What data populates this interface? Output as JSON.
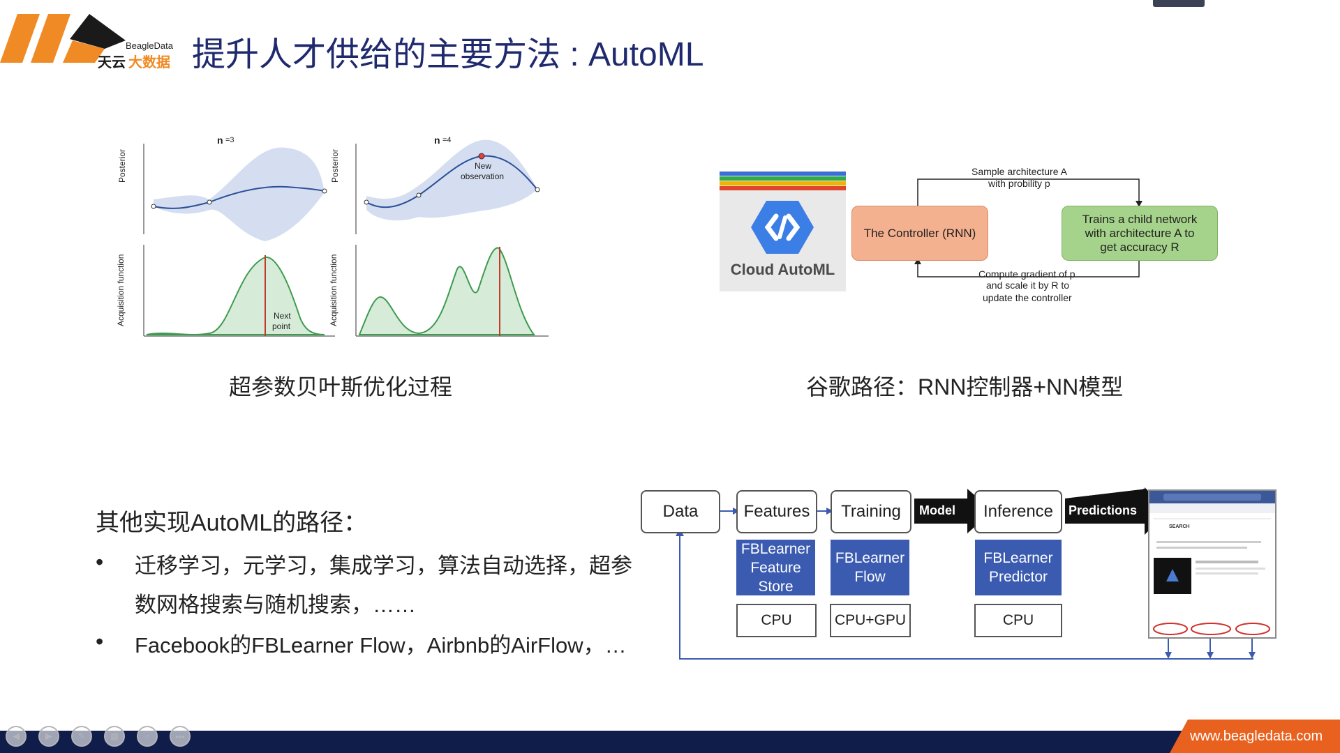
{
  "header": {
    "title": "提升人才供给的主要方法 : AutoML",
    "logo_en": "BeagleData",
    "logo_cn_part1": "天云",
    "logo_cn_part2": "大数据",
    "logo_colors": [
      "#f08a24",
      "#1a1a1a"
    ]
  },
  "bayes": {
    "plot1_title": "n",
    "plot1_n": "=3",
    "plot2_title": "n",
    "plot2_n": "=4",
    "ylabel_top": "Posterior",
    "ylabel_bottom": "Acquisition function",
    "annot_new": "New",
    "annot_observation": "observation",
    "annot_next": "Next",
    "annot_point": "point",
    "caption": "超参数贝叶斯优化过程"
  },
  "google": {
    "automl_label": "Cloud AutoML",
    "controller": "The Controller (RNN)",
    "child_line1": "Trains a child network",
    "child_line2": "with architecture A to",
    "child_line3": "get accuracy R",
    "sample_line1": "Sample architecture A",
    "sample_line2": "with probility p",
    "grad_line1": "Compute gradient of p",
    "grad_line2": "and scale it by R to",
    "grad_line3": "update the controller",
    "caption": "谷歌路径：RNN控制器+NN模型",
    "stripe_colors": [
      "#3b6fd6",
      "#2eaa4f",
      "#f0b400",
      "#e0452b"
    ]
  },
  "other": {
    "title": "其他实现AutoML的路径：",
    "bullet1_line1": "迁移学习，元学习，集成学习，算法自动选择，超参",
    "bullet1_line2": "数网格搜索与随机搜索，……",
    "bullet2": "Facebook的FBLearner Flow，Airbnb的AirFlow，…",
    "bullet_char": "•"
  },
  "fbflow": {
    "data": "Data",
    "features": "Features",
    "training": "Training",
    "model": "Model",
    "inference": "Inference",
    "predictions": "Predictions",
    "fs_line1": "FBLearner",
    "fs_line2": "Feature",
    "fs_line3": "Store",
    "flow_line1": "FBLearner",
    "flow_line2": "Flow",
    "pred_line1": "FBLearner",
    "pred_line2": "Predictor",
    "cpu1": "CPU",
    "cpugpu": "CPU+GPU",
    "cpu2": "CPU",
    "phone_search": "SEARCH"
  },
  "footer": {
    "url": "www.beagledata.com",
    "nav_icons": [
      "prev-icon",
      "next-icon",
      "pen-icon",
      "slides-icon",
      "zoom-icon",
      "more-icon"
    ]
  }
}
